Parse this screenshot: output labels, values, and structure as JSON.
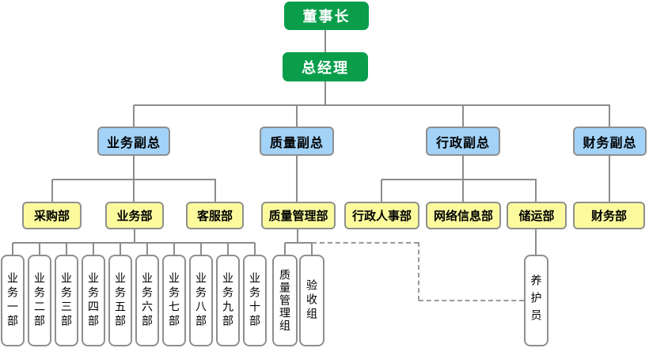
{
  "chart": {
    "chairman": "董事长",
    "general_manager": "总经理",
    "vps": [
      "业务副总",
      "质量副总",
      "行政副总",
      "财务副总"
    ],
    "depts": [
      "采购部",
      "业务部",
      "客服部",
      "质量管理部",
      "行政人事部",
      "网络信息部",
      "储运部",
      "财务部"
    ],
    "business_units": [
      "业务一部",
      "业务二部",
      "业务三部",
      "业务四部",
      "业务五部",
      "业务六部",
      "业务七部",
      "业务八部",
      "业务九部",
      "业务十部"
    ],
    "quality_groups": [
      "质量管理组",
      "验收组"
    ],
    "custodian": "养护员"
  },
  "colors": {
    "executive_green": "#0a9e4b",
    "vp_blue": "#a2d2f8",
    "dept_yellow": "#fbfb9e",
    "box_border_gray": "#8f8f8f",
    "line_gray": "#8c8c8c",
    "dashed_line_gray": "#9a9a9a"
  }
}
